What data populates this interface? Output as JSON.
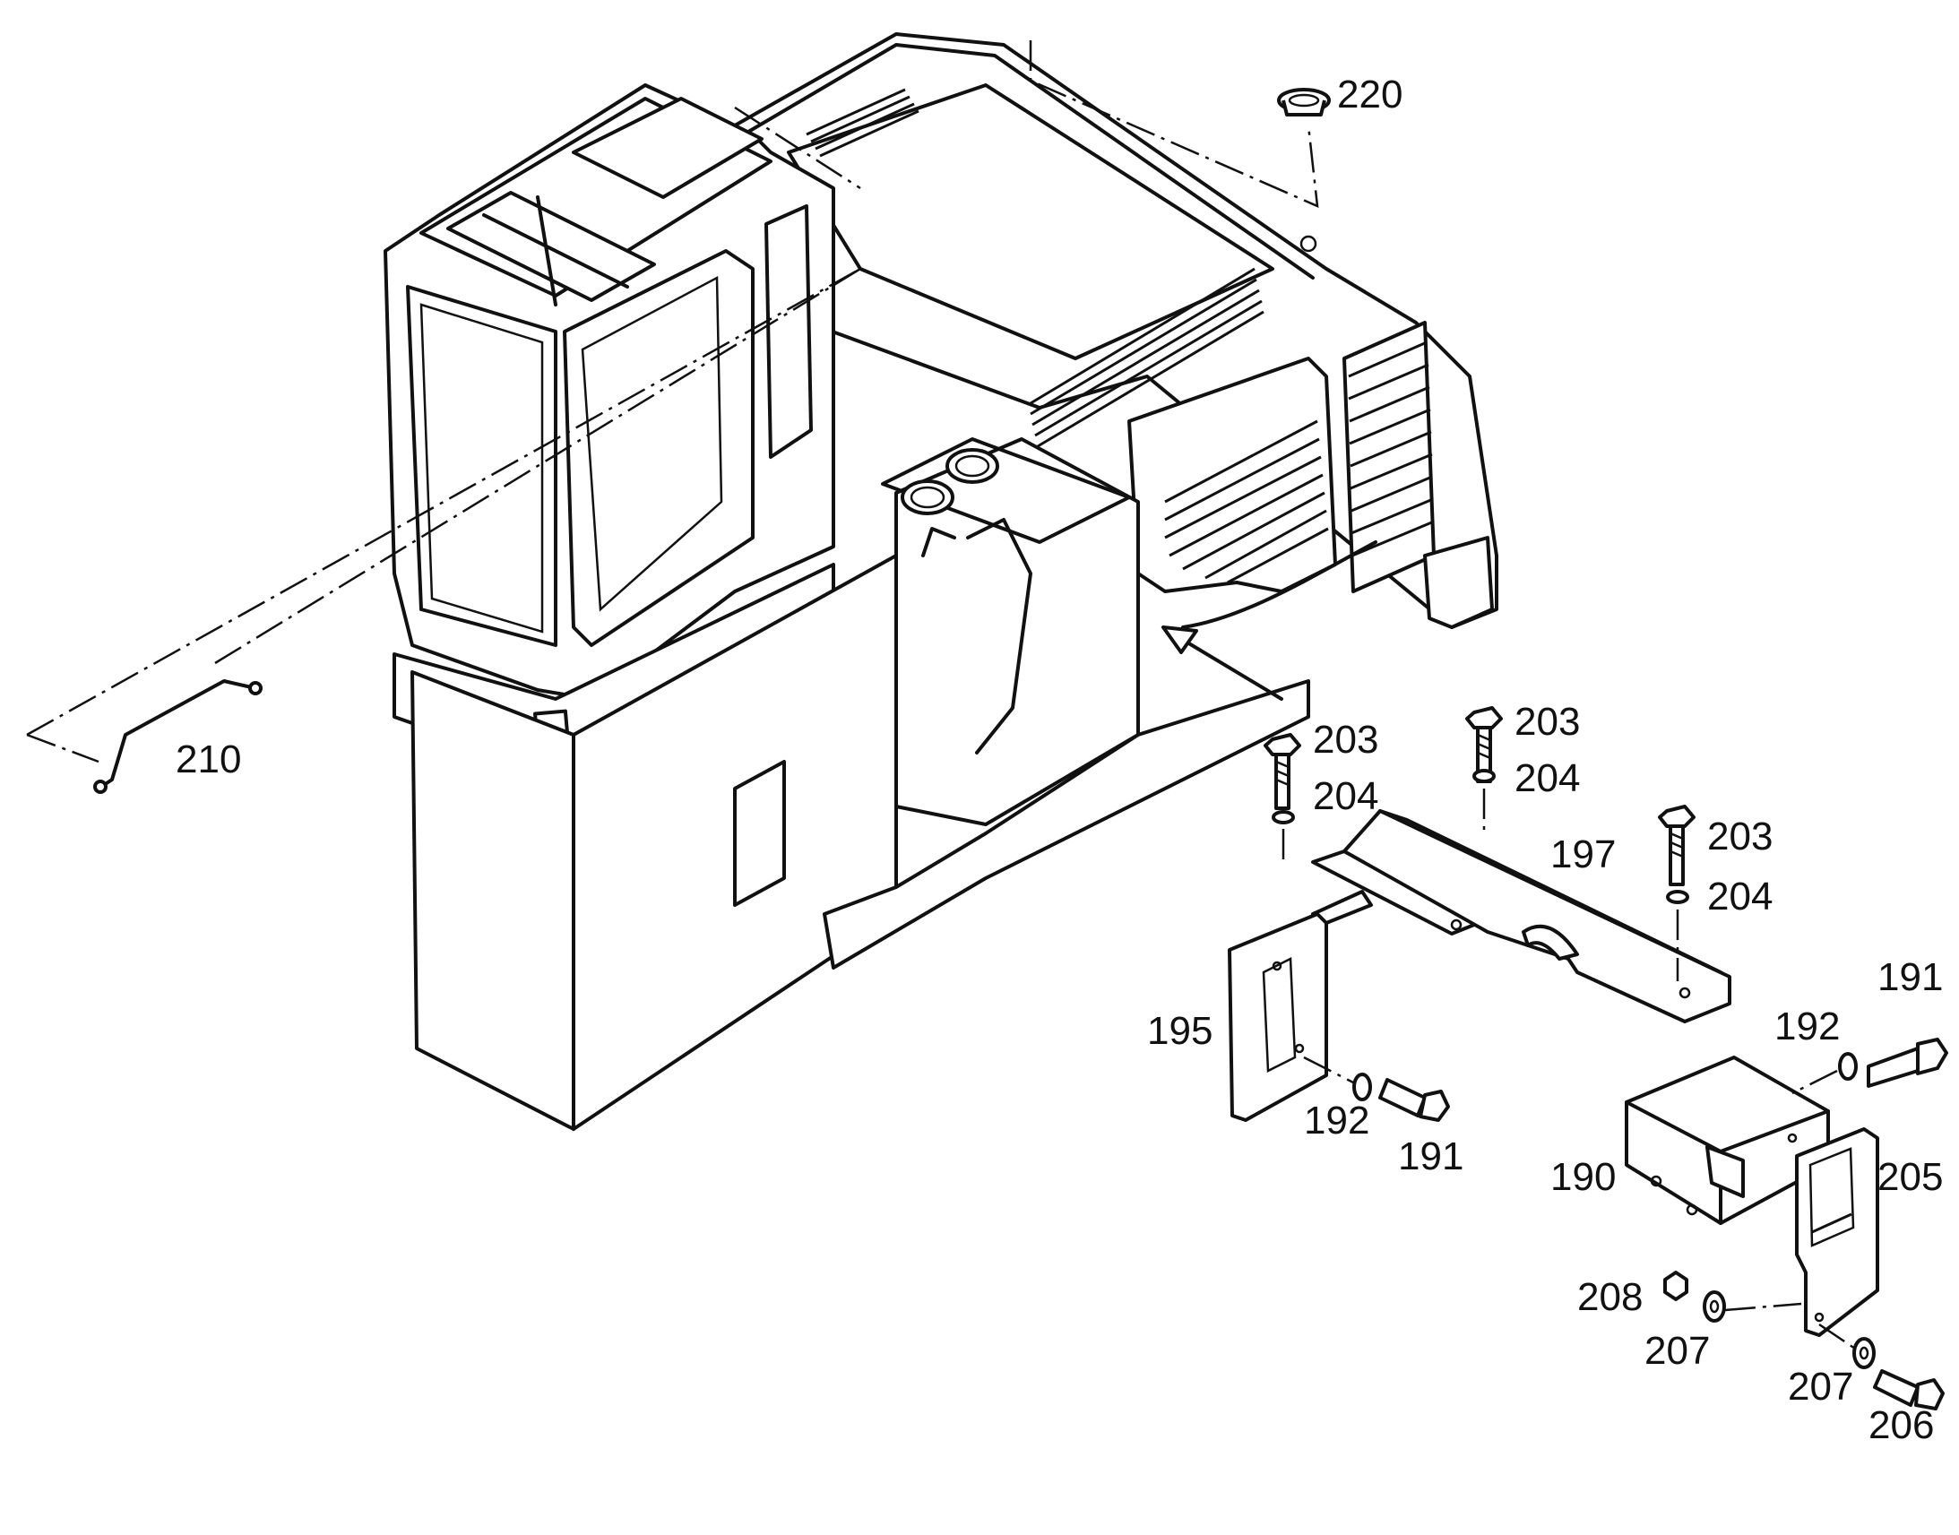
{
  "callouts": {
    "c220": "220",
    "c210": "210",
    "c203a": "203",
    "c204a": "204",
    "c203b": "203",
    "c204b": "204",
    "c197": "197",
    "c203c": "203",
    "c204c": "204",
    "c191a": "191",
    "c192a": "192",
    "c195": "195",
    "c192b": "192",
    "c191b": "191",
    "c190": "190",
    "c205": "205",
    "c208": "208",
    "c207a": "207",
    "c207b": "207",
    "c206": "206"
  }
}
